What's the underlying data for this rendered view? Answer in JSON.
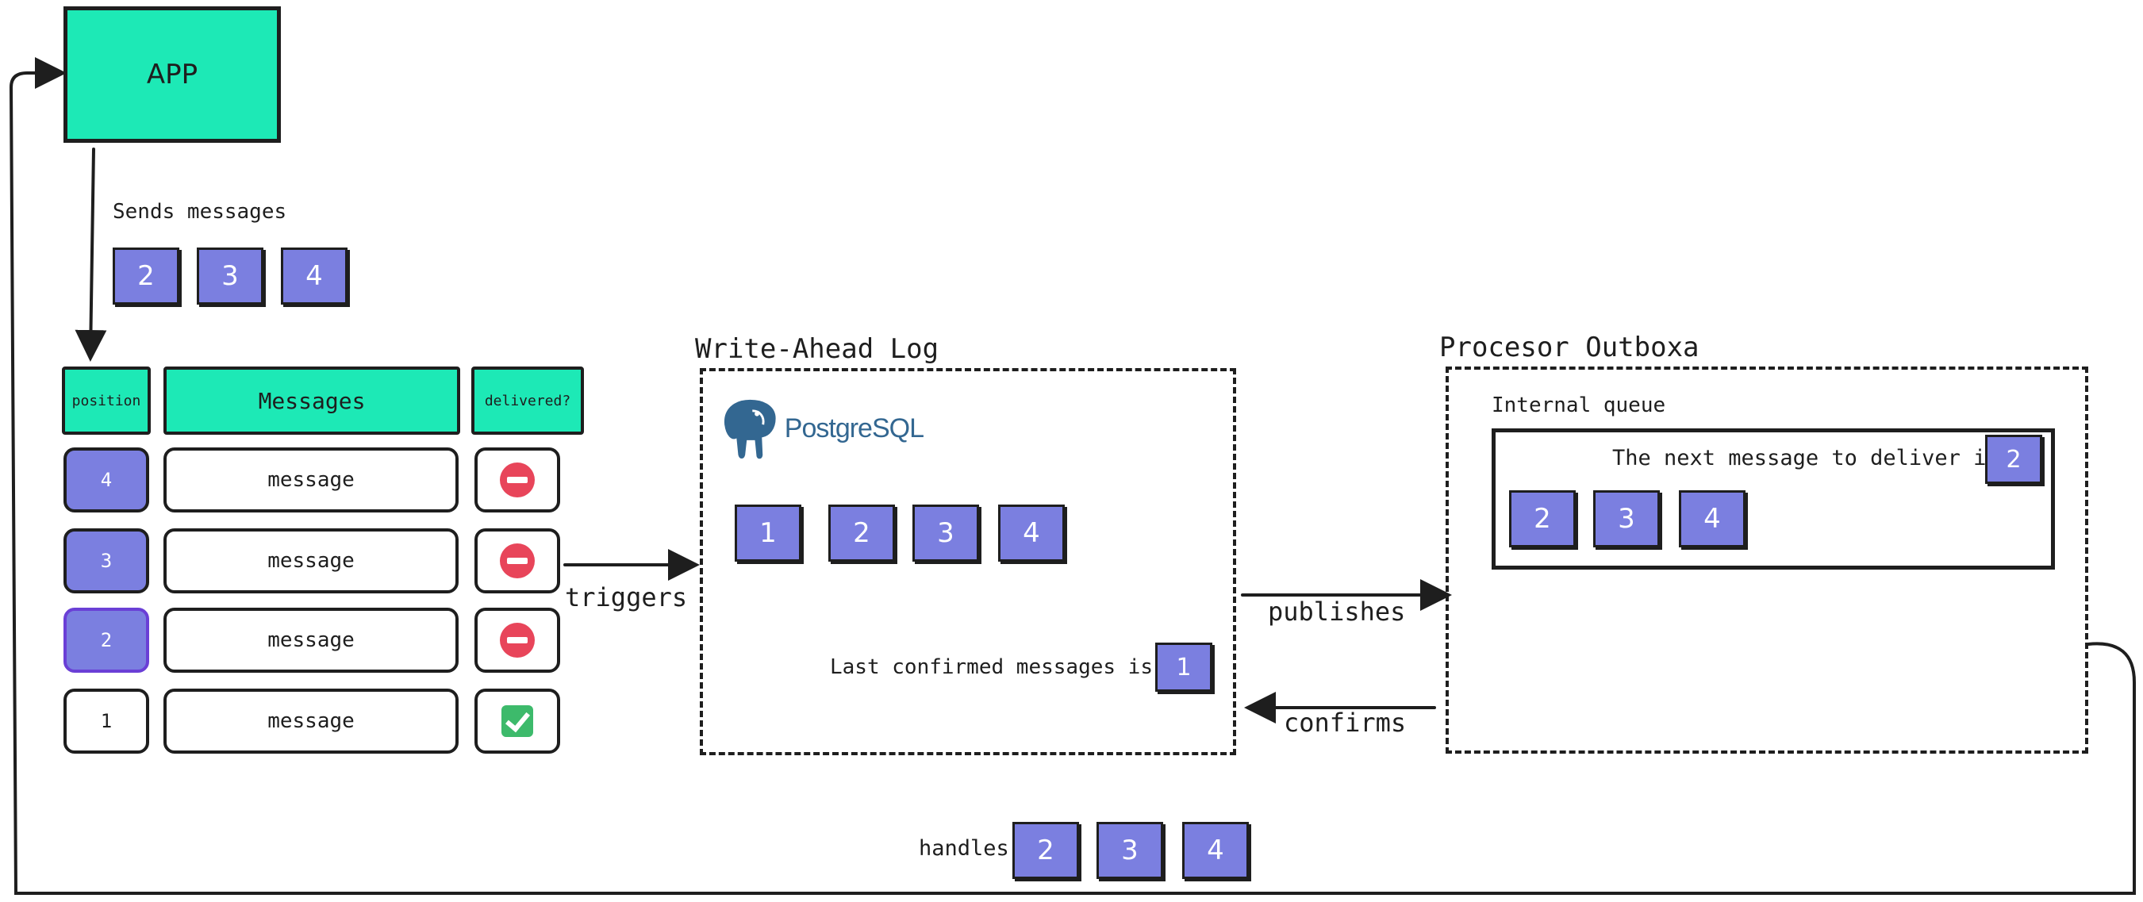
{
  "app": {
    "label": "APP"
  },
  "sends": {
    "label": "Sends messages",
    "items": [
      "2",
      "3",
      "4"
    ]
  },
  "table": {
    "headers": {
      "position": "position",
      "messages": "Messages",
      "delivered": "delivered?"
    },
    "rows": [
      {
        "position": "4",
        "message": "message",
        "delivered": "no-entry-icon"
      },
      {
        "position": "3",
        "message": "message",
        "delivered": "no-entry-icon"
      },
      {
        "position": "2",
        "message": "message",
        "delivered": "no-entry-icon"
      },
      {
        "position": "1",
        "message": "message",
        "delivered": "check-mark-icon"
      }
    ]
  },
  "wal": {
    "title": "Write-Ahead Log",
    "logo_text": "PostgreSQL",
    "items": [
      "1",
      "2",
      "3",
      "4"
    ],
    "last_confirmed_label": "Last confirmed messages is",
    "last_confirmed_value": "1"
  },
  "processor": {
    "title": "Procesor Outboxa",
    "queue_label": "Internal queue",
    "next_label": "The next message to deliver is",
    "next_value": "2",
    "queue_items": [
      "2",
      "3",
      "4"
    ]
  },
  "arrows": {
    "triggers": "triggers",
    "publishes": "publishes",
    "confirms": "confirms"
  },
  "handles": {
    "label": "handles",
    "items": [
      "2",
      "3",
      "4"
    ]
  },
  "colors": {
    "teal": "#1de9b6",
    "message_block": "#7b7fe0",
    "not_delivered": "#e8455a",
    "delivered": "#3dba6b",
    "postgres_blue": "#336791"
  }
}
